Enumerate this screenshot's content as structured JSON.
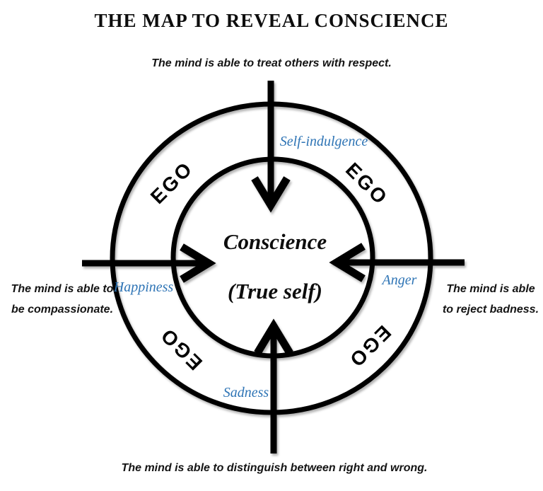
{
  "title": "THE MAP TO REVEAL CONSCIENCE",
  "colors": {
    "accent_blue": "#2E74B5",
    "ink": "#000000",
    "background": "#FFFFFF"
  },
  "center": {
    "line1": "Conscience",
    "line2": "(True self)"
  },
  "ring": {
    "label_top_left": "EGO",
    "label_top_right": "EGO",
    "label_bottom_left": "EGO",
    "label_bottom_right": "EGO"
  },
  "directions": {
    "top": {
      "emotion": "Self-indulgence",
      "caption": "The mind is able to treat others with respect."
    },
    "right": {
      "emotion": "Anger",
      "caption_line1": "The mind is able",
      "caption_line2": "to reject badness."
    },
    "bottom": {
      "emotion": "Sadness",
      "caption": "The mind is able to distinguish between right and wrong."
    },
    "left": {
      "emotion": "Happiness",
      "caption_line1": "The mind is able to",
      "caption_line2": "be compassionate."
    }
  }
}
